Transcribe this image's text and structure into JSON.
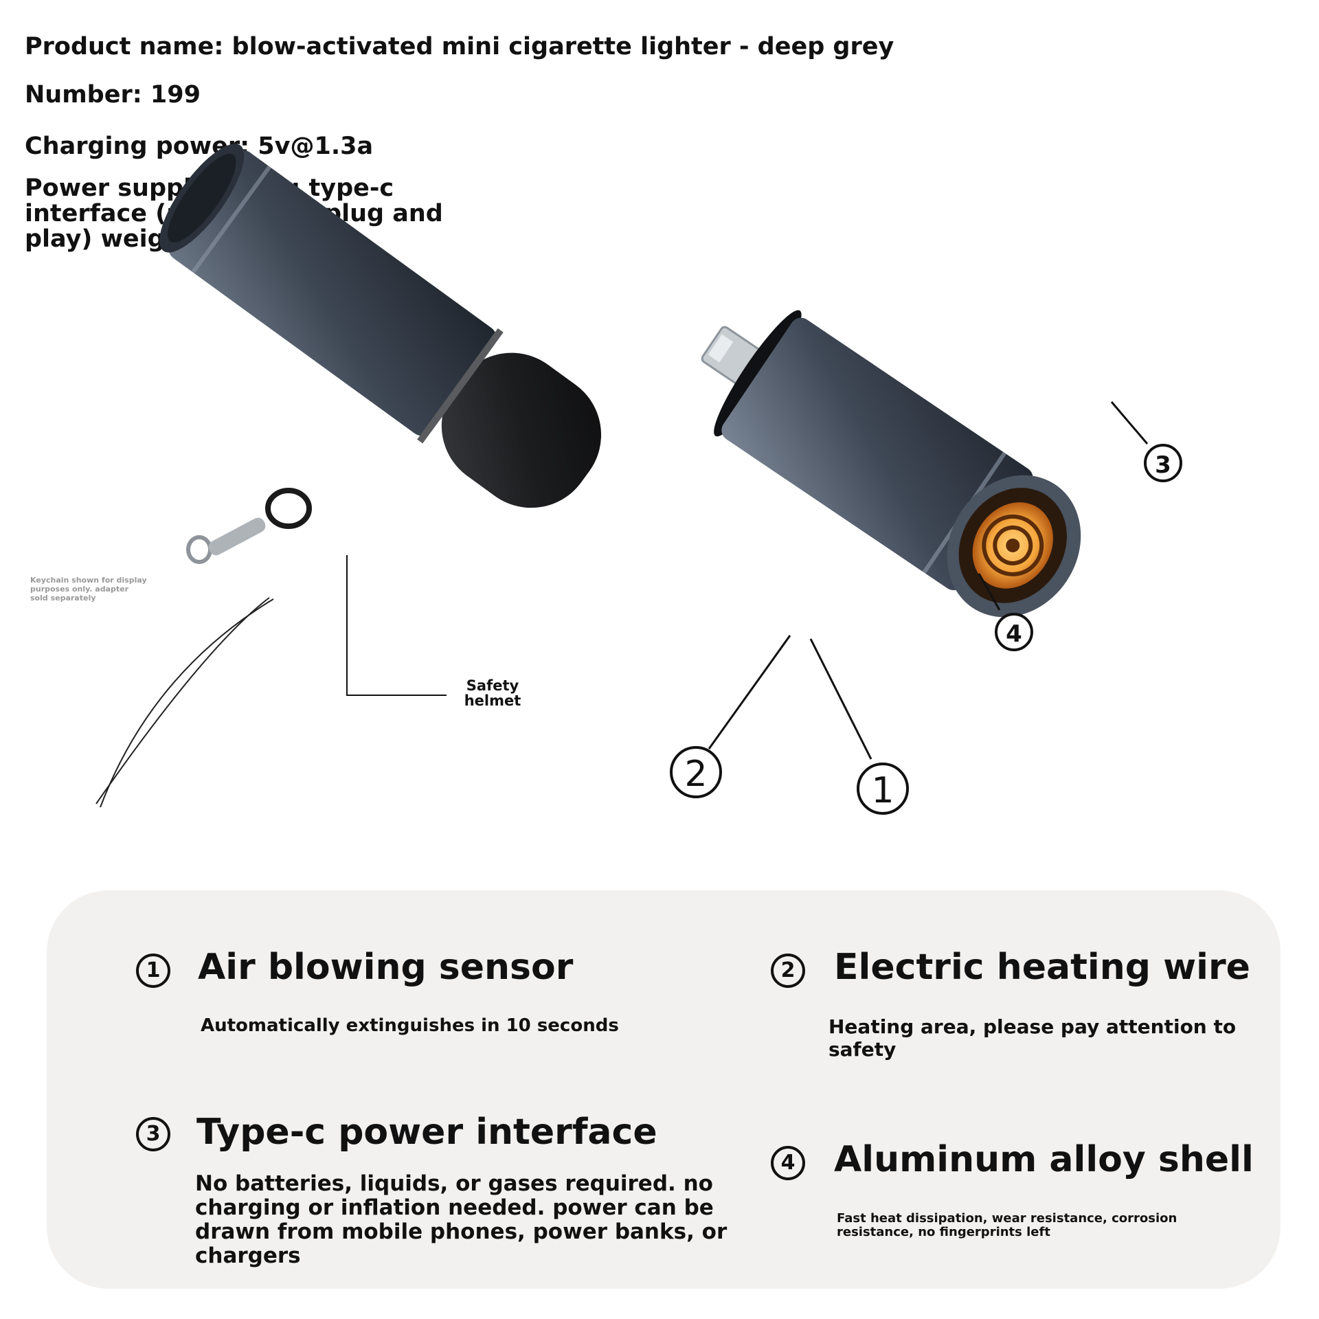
{
  "specs": {
    "product_name": "Product name: blow-activated mini cigarette lighter - deep grey",
    "number": "Number: 199",
    "charging_power": "Charging power: 5v@1.3a",
    "power_supply": "Power supply mode: type-c interface (no battery, plug and play) weight: 4.2g"
  },
  "callouts": {
    "disclaimer": "Keychain shown for display purposes only. adapter sold separately",
    "helmet": "Safety helmet",
    "n1": "1",
    "n2": "2",
    "n3": "3",
    "n4": "4"
  },
  "features": [
    {
      "num": "1",
      "title": "Air blowing sensor",
      "desc": "Automatically extinguishes in 10 seconds"
    },
    {
      "num": "2",
      "title": "Electric heating wire",
      "desc": "Heating area, please pay attention to safety"
    },
    {
      "num": "3",
      "title": "Type-c power interface",
      "desc": "No batteries, liquids, or gases required. no charging or inflation needed. power can be drawn from mobile phones, power banks, or chargers"
    },
    {
      "num": "4",
      "title": "Aluminum alloy shell",
      "desc": "Fast heat dissipation, wear resistance, corrosion resistance, no fingerprints left"
    }
  ],
  "colors": {
    "body_dark": "#3a4350",
    "body_mid": "#5b6675",
    "cap": "#1c1d1f",
    "coil": "#f5a53c",
    "panel": "#f2f1ef"
  }
}
